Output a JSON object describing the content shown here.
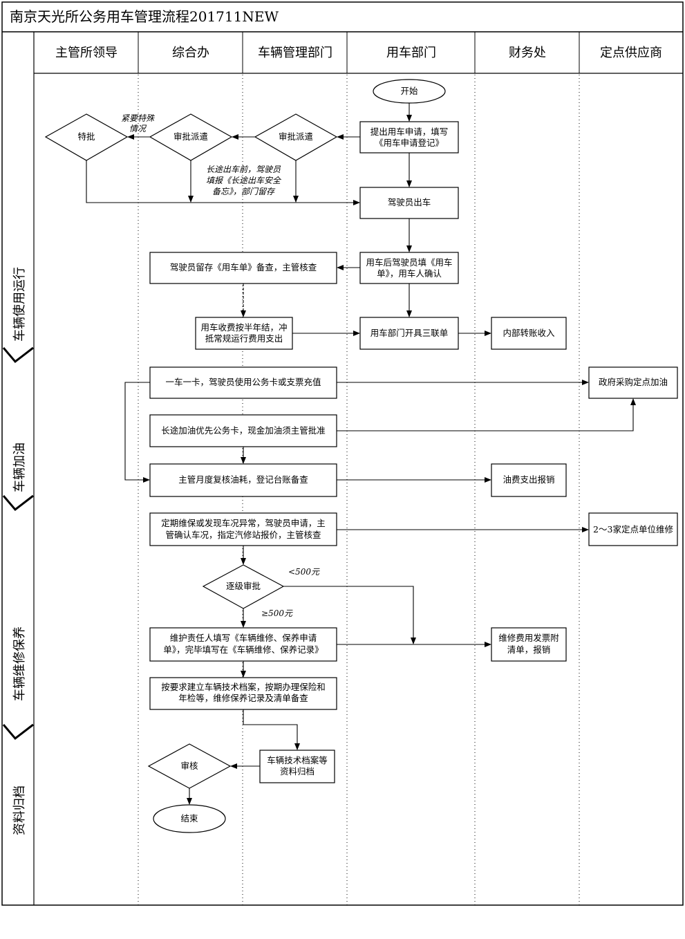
{
  "title": "南京天光所公务用车管理流程201711NEW",
  "lanes": [
    "主管所领导",
    "综合办",
    "车辆管理部门",
    "用车部门",
    "财务处",
    "定点供应商"
  ],
  "phases": [
    "车辆使用运行",
    "车辆加油",
    "车辆维修保养",
    "资料归档"
  ],
  "nodes": {
    "start": "开始",
    "apply": [
      "提出用车申请，填写",
      "《用车申请登记》"
    ],
    "vm_approve": "审批派遣",
    "office_approve": "审批派遣",
    "special": "特批",
    "drive": "驾驶员出车",
    "after_use": [
      "用车后驾驶员填《用车",
      "单》，用车人确认"
    ],
    "keep_record": "驾驶员留存《用车单》备查，主管核查",
    "fee": [
      "用车收费按半年结，冲",
      "抵常规运行费用支出"
    ],
    "triple": "用车部门开具三联单",
    "transfer": "内部转账收入",
    "one_card": "一车一卡，驾驶员使用公务卡或支票充值",
    "gov_fuel": "政府采购定点加油",
    "long_fuel": "长途加油优先公务卡，现金加油须主管批准",
    "monthly": "主管月度复核油耗，登记台账备查",
    "fuel_reimb": "油费支出报销",
    "maint_req": [
      "定期维保或发现车况异常，驾驶员申请，主",
      "管确认车况，指定汽修站报价，主管核查"
    ],
    "repair_units": "2～3家定点单位维修",
    "level_approve": "逐级审批",
    "maint_form": [
      "维护责任人填写《车辆维修、保养申请",
      "单》，完毕填写在《车辆维修、保养记录》"
    ],
    "repair_reimb": [
      "维修费用发票附",
      "清单，报销"
    ],
    "tech_file": [
      "按要求建立车辆技术档案，按期办理保险和",
      "年检等，维修保养记录及清单备查"
    ],
    "archive": [
      "车辆技术档案等",
      "资料归档"
    ],
    "audit": "审核",
    "end": "结束"
  },
  "notes": {
    "urgent": [
      "紧要特殊",
      "情况"
    ],
    "long_trip": [
      "长途出车前，驾驶员",
      "填报《长途出车安全",
      "备忘》，部门留存"
    ],
    "lt500": "<500元",
    "ge500": "≥500元"
  }
}
